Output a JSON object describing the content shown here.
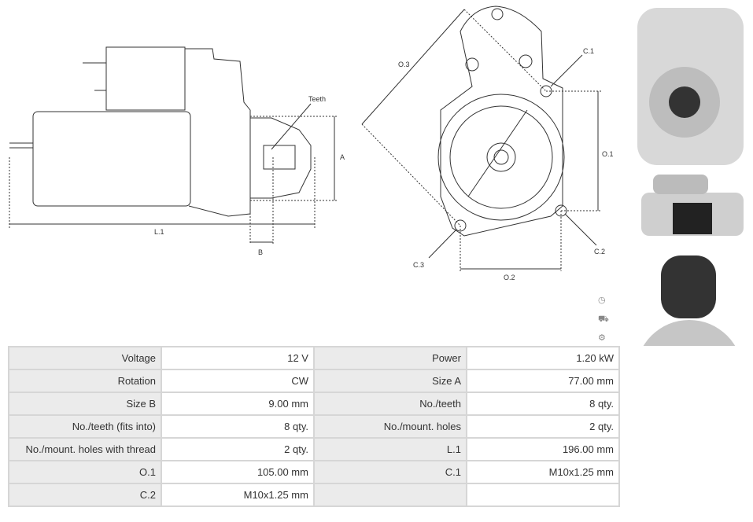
{
  "diagram_labels": {
    "teeth": "Teeth",
    "a": "A",
    "b": "B",
    "l1": "L.1",
    "o1": "O.1",
    "o2": "O.2",
    "o3": "O.3",
    "c1": "C.1",
    "c2": "C.2",
    "c3": "C.3"
  },
  "specs": [
    {
      "label1": "Voltage",
      "value1": "12 V",
      "label2": "Power",
      "value2": "1.20 kW"
    },
    {
      "label1": "Rotation",
      "value1": "CW",
      "label2": "Size A",
      "value2": "77.00 mm"
    },
    {
      "label1": "Size B",
      "value1": "9.00 mm",
      "label2": "No./teeth",
      "value2": "8 qty."
    },
    {
      "label1": "No./teeth (fits into)",
      "value1": "8 qty.",
      "label2": "No./mount. holes",
      "value2": "2 qty."
    },
    {
      "label1": "No./mount. holes with thread",
      "value1": "2 qty.",
      "label2": "L.1",
      "value2": "196.00 mm"
    },
    {
      "label1": "O.1",
      "value1": "105.00 mm",
      "label2": "C.1",
      "value2": "M10x1.25 mm"
    },
    {
      "label1": "C.2",
      "value1": "M10x1.25 mm",
      "label2": "",
      "value2": ""
    }
  ]
}
